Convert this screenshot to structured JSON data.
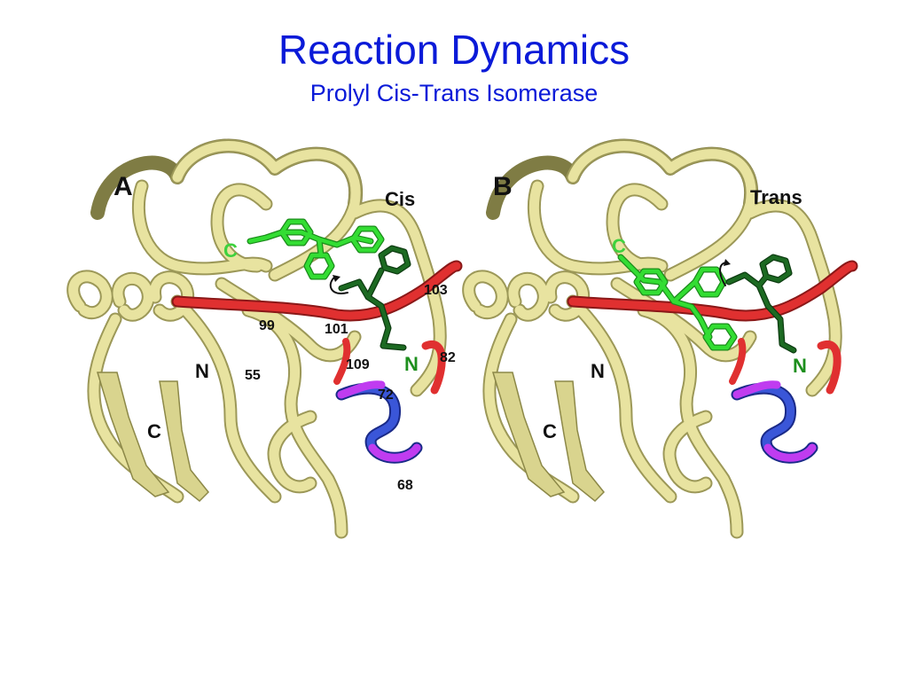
{
  "header": {
    "title": "Reaction Dynamics",
    "subtitle": "Prolyl Cis-Trans Isomerase"
  },
  "panels": [
    {
      "letter": "A",
      "state": "Cis",
      "c_term_ligand": "C",
      "n_term_ligand": "N",
      "n_term_protein": "N",
      "c_term_protein": "C",
      "residues": [
        "99",
        "101",
        "103",
        "109",
        "82",
        "55",
        "72",
        "68"
      ]
    },
    {
      "letter": "B",
      "state": "Trans",
      "c_term_ligand": "C",
      "n_term_ligand": "N",
      "n_term_protein": "N",
      "c_term_protein": "C"
    }
  ],
  "colors": {
    "title": "#0a1ad8",
    "ribbon": "#e8e3a0",
    "ribbon_edge": "#9c9858",
    "active_site": "#e03030",
    "loop_blue": "#3a56d8",
    "loop_magenta": "#c03cf0",
    "ligand_light": "#33dd33",
    "ligand_dark": "#1c6a22",
    "green_label": "#1d8f1d",
    "light_green_label": "#3ed13e"
  }
}
